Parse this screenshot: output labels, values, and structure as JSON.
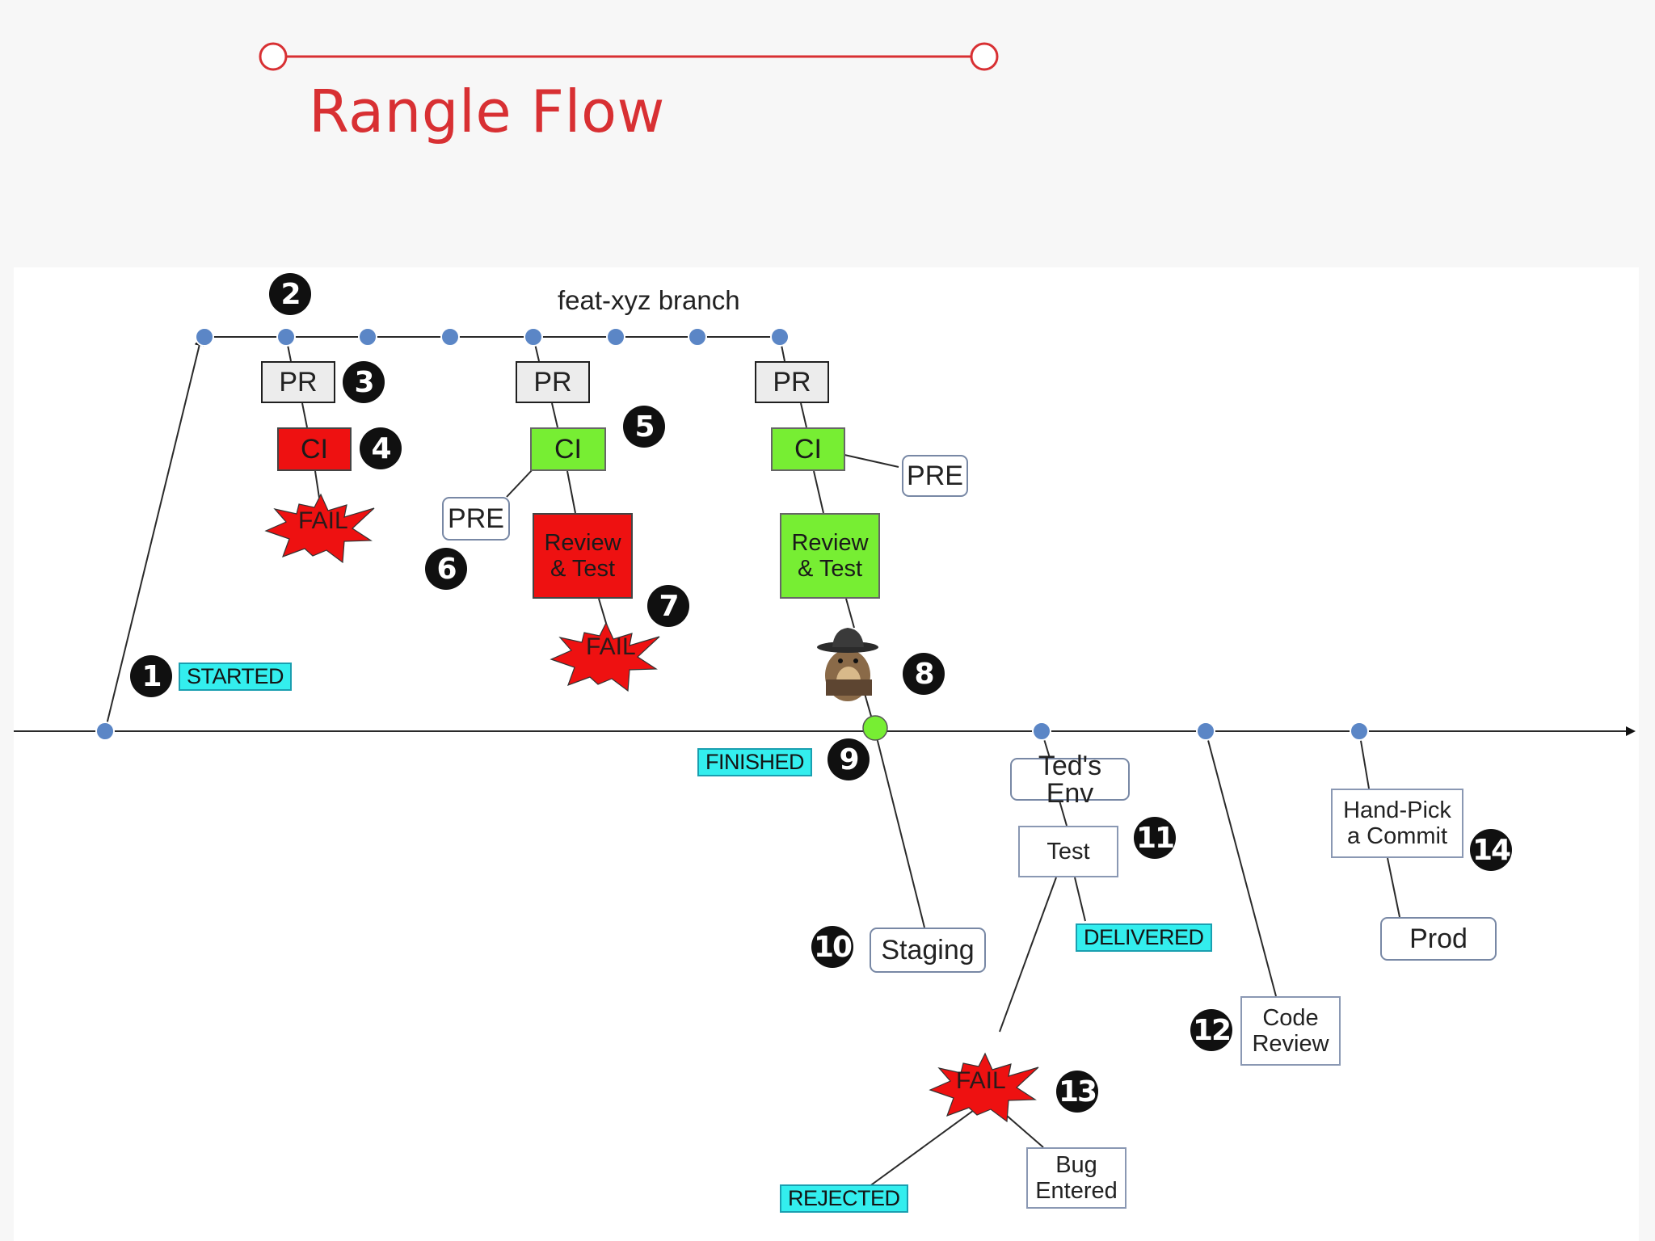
{
  "title": "Rangle Flow",
  "colors": {
    "accent": "#d83033",
    "node": "#5b86c6",
    "finished_node": "#77ee33",
    "fail": "#ee1111",
    "pass": "#77ee33",
    "tag": "#33eeee"
  },
  "diagram": {
    "branch_label": "feat-xyz branch",
    "box_pr": "PR",
    "box_ci": "CI",
    "box_pre": "PRE",
    "box_review": "Review\n& Test",
    "burst_fail": "FAIL",
    "box_teds_env": "Ted's Env",
    "box_test": "Test",
    "box_staging": "Staging",
    "box_code_review": "Code\nReview",
    "box_hand_pick": "Hand-Pick\na Commit",
    "box_prod": "Prod",
    "box_bug": "Bug\nEntered",
    "tag_started": "STARTED",
    "tag_finished": "FINISHED",
    "tag_delivered": "DELIVERED",
    "tag_rejected": "REJECTED",
    "reviewer_icon": "detective-squirrel-icon",
    "steps": [
      "1",
      "2",
      "3",
      "4",
      "5",
      "6",
      "7",
      "8",
      "9",
      "10",
      "11",
      "12",
      "13",
      "14"
    ]
  }
}
